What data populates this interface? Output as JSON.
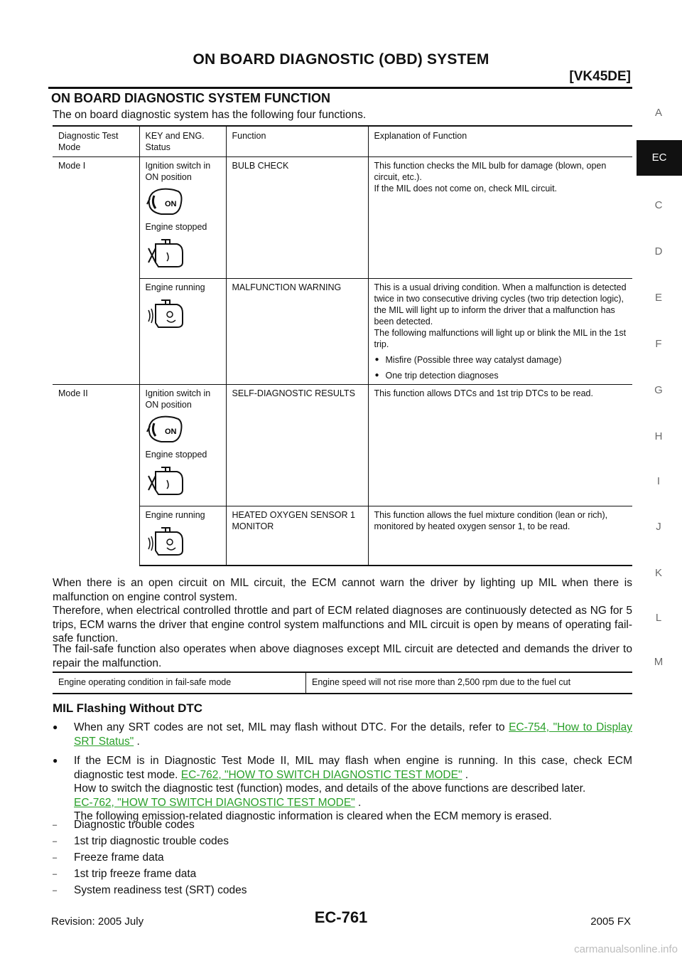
{
  "header": {
    "title": "ON BOARD DIAGNOSTIC (OBD) SYSTEM",
    "subtitle": "[VK45DE]"
  },
  "side_tabs": [
    "A",
    "EC",
    "C",
    "D",
    "E",
    "F",
    "G",
    "H",
    "I",
    "J",
    "K",
    "L",
    "M"
  ],
  "active_tab": "EC",
  "section_title": "ON BOARD DIAGNOSTIC SYSTEM FUNCTION",
  "intro": "The on board diagnostic system has the following four functions.",
  "table": {
    "headers": [
      "Diagnostic Test Mode",
      "KEY and ENG. Status",
      "Function",
      "Explanation of Function"
    ],
    "mode1": "Mode I",
    "mode2": "Mode II",
    "ign_on": "Ignition switch in ON position",
    "engine_stopped": "Engine stopped",
    "engine_running": "Engine running",
    "r1_func": "BULB CHECK",
    "r1_exp": [
      "This function checks the MIL bulb for damage (blown, open circuit, etc.).",
      "If the MIL does not come on, check MIL circuit."
    ],
    "r2_func": "MALFUNCTION WARNING",
    "r2_exp": [
      "This is a usual driving condition. When a malfunction is detected twice in two consecutive driving cycles (two trip detection logic), the MIL will light up to inform the driver that a malfunction has been detected.",
      "The following malfunctions will light up or blink the MIL in the 1st trip."
    ],
    "r2_bullets": [
      "Misfire (Possible three way catalyst damage)",
      "One trip detection diagnoses"
    ],
    "r3_func": "SELF-DIAGNOSTIC RESULTS",
    "r3_exp": "This function allows DTCs and 1st trip DTCs to be read.",
    "r4_func": "HEATED OXYGEN SENSOR 1 MONITOR",
    "r4_exp": "This function allows the fuel mixture condition (lean or rich), monitored by heated oxygen sensor 1, to be read.",
    "icon_key_label": "ON"
  },
  "paragraphs": [
    "When there is an open circuit on MIL circuit, the ECM cannot warn the driver by lighting up MIL when there is malfunction on engine control system.",
    "Therefore, when electrical controlled throttle and part of ECM related diagnoses are continuously detected as NG for 5 trips, ECM warns the driver that engine control system malfunctions and MIL circuit is open by means of operating fail-safe function.",
    "The fail-safe function also operates when above diagnoses except MIL circuit are detected and demands the driver to repair the malfunction."
  ],
  "failsafe": {
    "condition": "Engine operating condition in fail-safe mode",
    "result": "Engine speed will not rise more than 2,500 rpm due to the fuel cut"
  },
  "mil_title": "MIL Flashing Without DTC",
  "bullets": {
    "b1_pre": "When any SRT codes are not set, MIL may flash without DTC. For the details, refer to ",
    "b1_link": "EC-754, \"How to Display SRT Status\"",
    "b1_post": " .",
    "b2_pre": "If the ECM is in Diagnostic Test Mode II, MIL may flash when engine is running. In this case, check ECM diagnostic test mode. ",
    "b2_link1": "EC-762, \"HOW TO SWITCH DIAGNOSTIC TEST MODE\"",
    "b2_mid": " .",
    "b2_line2": "How to switch the diagnostic test (function) modes, and details of the above functions are described later.",
    "b2_link2": "EC-762, \"HOW TO SWITCH DIAGNOSTIC TEST MODE\"",
    "b2_post2": " .",
    "b2_line3": "The following emission-related diagnostic information is cleared when the ECM memory is erased."
  },
  "dash_items": [
    "Diagnostic trouble codes",
    "1st trip diagnostic trouble codes",
    "Freeze frame data",
    "1st trip freeze frame data",
    "System readiness test (SRT) codes"
  ],
  "footer": {
    "revision": "Revision: 2005 July",
    "page": "EC-761",
    "model": "2005 FX"
  },
  "watermark": "carmanualsonline.info"
}
